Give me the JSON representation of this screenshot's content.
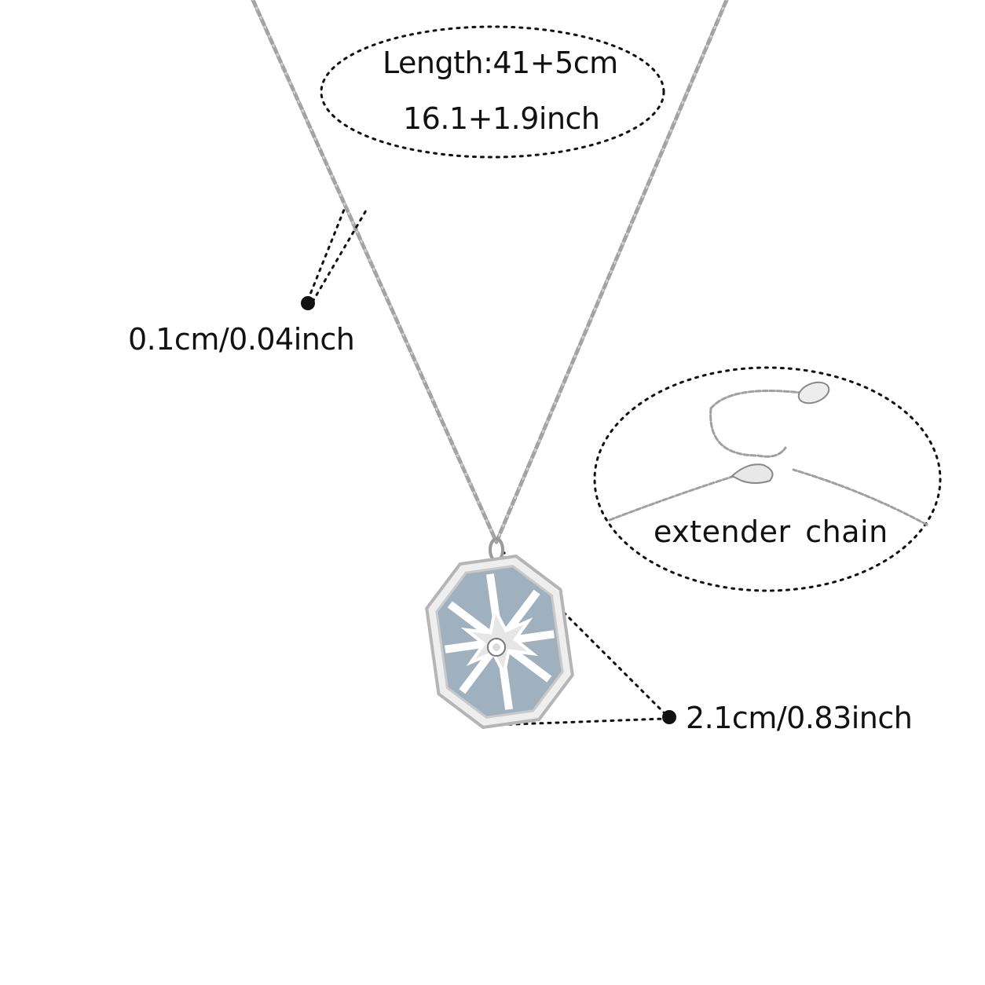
{
  "labels": {
    "length_cm": "Length:41+5cm",
    "length_inch": "16.1+1.9inch",
    "chain_width": "0.1cm/0.04inch",
    "extender": "extender  chain",
    "pendant_size": "2.1cm/0.83inch"
  },
  "colors": {
    "background": "#ffffff",
    "text": "#111111",
    "chain": "#9a9a9a",
    "enamel": "#9fb0be",
    "metal": "#d9d9d9"
  },
  "icons": {
    "pendant": "octagon-star-pendant",
    "clasp": "lobster-clasp"
  }
}
